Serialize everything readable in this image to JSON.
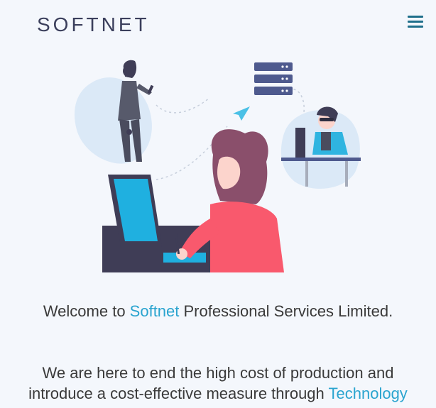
{
  "header": {
    "brand": "SOFTNET",
    "menu_icon": "hamburger-menu-icon"
  },
  "hero": {
    "illustration": "designer-at-desk-with-servers-illustration"
  },
  "intro": {
    "prefix": "Welcome to ",
    "brand_link": "Softnet",
    "suffix": " Professional Services Limited."
  },
  "mission": {
    "text": "We are here to end the high cost of production and introduce a cost-effective measure through",
    "link_text": "Technology"
  },
  "colors": {
    "accent": "#2aa4cf",
    "menu": "#1f6f8b",
    "brand_text": "#3b3f5c",
    "shirt": "#f9596d",
    "hair": "#8a4f6b",
    "screen": "#1fb0e0",
    "navy": "#3f3d56"
  }
}
